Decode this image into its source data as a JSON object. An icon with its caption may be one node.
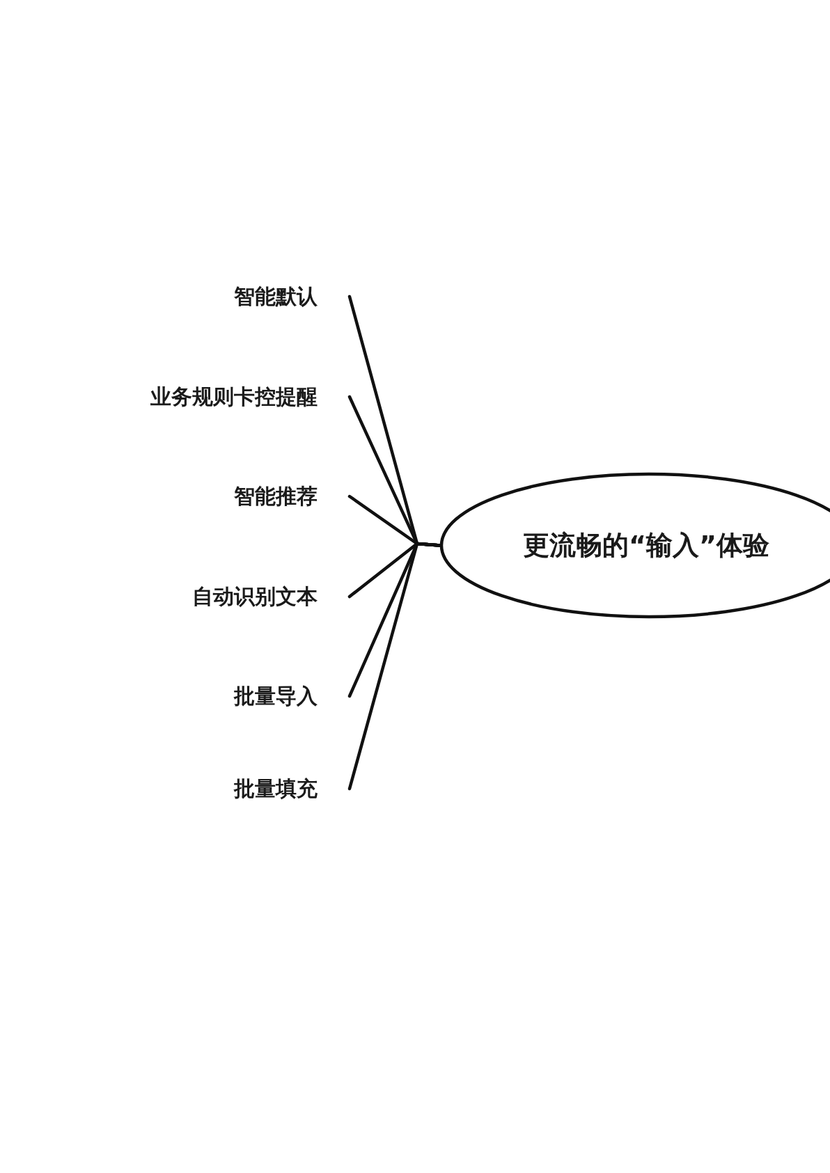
{
  "diagram": {
    "nodes": [
      {
        "text": [
          "智能默认"
        ]
      },
      {
        "text": [
          "业务规则卡控提醒"
        ]
      },
      {
        "text": [
          "智能推荐"
        ]
      },
      {
        "text": [
          "自动识别文本"
        ]
      },
      {
        "text": [
          "批量导入"
        ]
      },
      {
        "text": [
          "批量填充"
        ]
      },
      {
        "text": [
          "更流畅的“输入”体验"
        ]
      }
    ],
    "edges": [
      {
        "from": 0,
        "to": 6,
        "arrow": "none"
      },
      {
        "from": 1,
        "to": 6,
        "arrow": "none"
      },
      {
        "from": 2,
        "to": 6,
        "arrow": "none"
      },
      {
        "from": 3,
        "to": 6,
        "arrow": "none"
      },
      {
        "from": 4,
        "to": 6,
        "arrow": "none"
      },
      {
        "from": 5,
        "to": 6,
        "arrow": "none"
      }
    ]
  }
}
